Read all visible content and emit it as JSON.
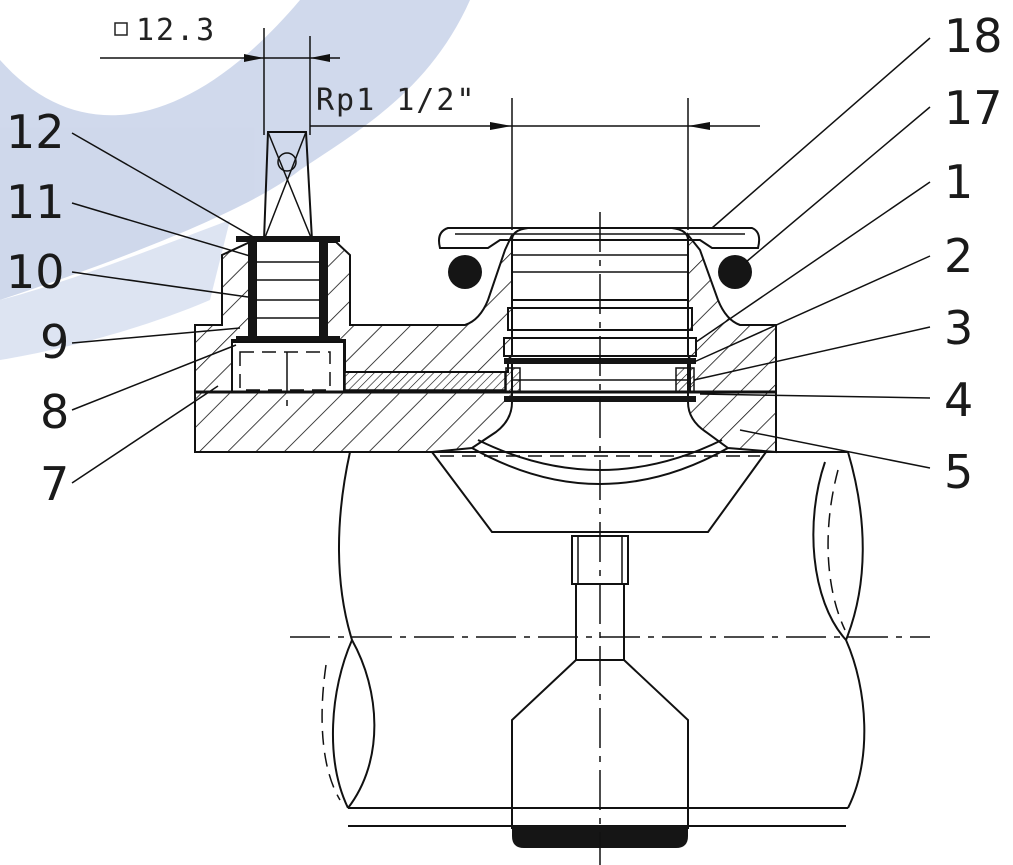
{
  "dimensions": {
    "square_size": "12.3",
    "thread": "Rp1 1/2\""
  },
  "callouts": {
    "left": [
      "12",
      "11",
      "10",
      "9",
      "8",
      "7"
    ],
    "right": [
      "18",
      "17",
      "1",
      "2",
      "3",
      "4",
      "5"
    ]
  },
  "colors": {
    "line": "#111111",
    "watermark": "#a9b9dc",
    "seal": "#151515"
  }
}
